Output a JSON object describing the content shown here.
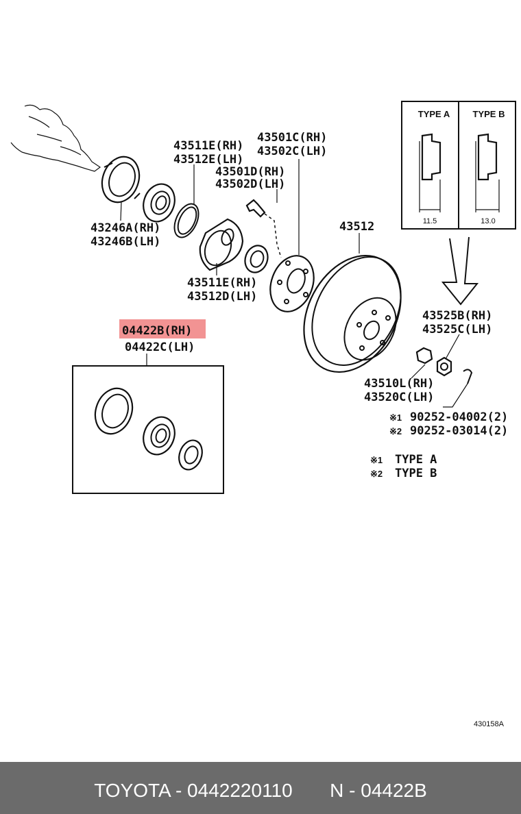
{
  "diagram": {
    "type_box": {
      "type_a_label": "TYPE A",
      "type_b_label": "TYPE B",
      "dim_a": "11.5",
      "dim_b": "13.0"
    },
    "parts": {
      "seal_outer_rh": "43246A(RH)",
      "seal_outer_lh": "43246B(LH)",
      "snap_ring_rh": "43511E(RH)",
      "snap_ring_lh": "43512E(LH)",
      "hub_rh": "43501C(RH)",
      "hub_lh": "43502C(LH)",
      "hub_bolt_rh": "43501D(RH)",
      "hub_bolt_lh": "43502D(LH)",
      "bearing_rh": "43511E(RH)",
      "bearing_lh": "43512D(LH)",
      "disc": "43512",
      "lock_nut_rh": "43525B(RH)",
      "lock_nut_lh": "43525C(LH)",
      "nut_rh": "43510L(RH)",
      "nut_lh": "43520C(LH)",
      "kit_rh": "04422B(RH)",
      "kit_lh": "04422C(LH)",
      "pin_1": "90252-04002(2)",
      "pin_2": "90252-03014(2)",
      "note_mark_1": "※1",
      "note_mark_2": "※2",
      "legend_1": "TYPE  A",
      "legend_2": "TYPE  B",
      "drawing_code": "430158A"
    },
    "highlight_color": "#f08080"
  },
  "footer": {
    "text": "TOYOTA - 0442220110       N - 04422B"
  }
}
